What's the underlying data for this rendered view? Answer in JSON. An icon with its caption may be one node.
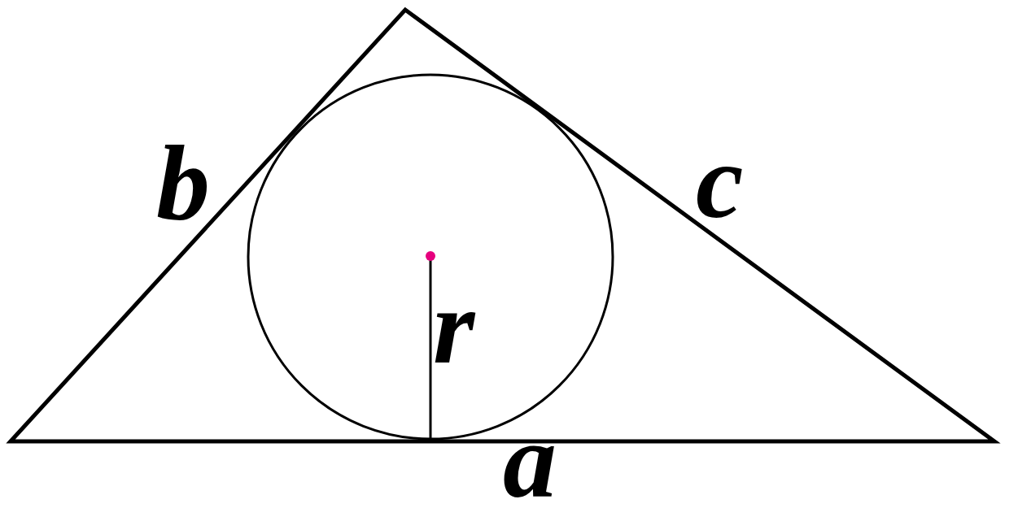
{
  "diagram": {
    "labels": [
      "b",
      "c",
      "r",
      "a"
    ]
  }
}
